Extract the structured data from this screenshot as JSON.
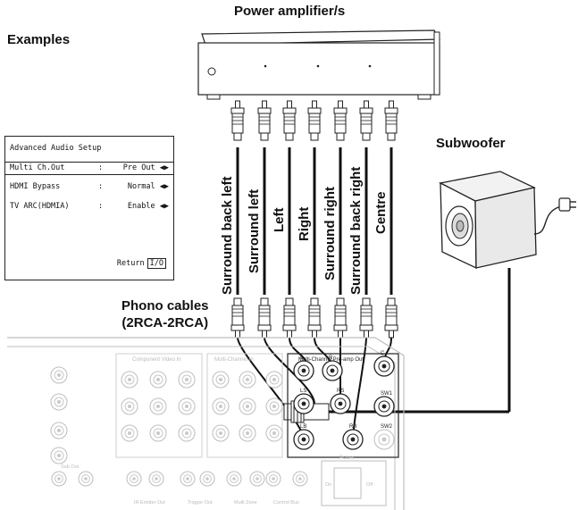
{
  "labels": {
    "examples": "Examples",
    "amplifier": "Power amplifier/s",
    "subwoofer": "Subwoofer",
    "phono_line1": "Phono cables",
    "phono_line2": "(2RCA-2RCA)"
  },
  "cables": [
    "Surround back left",
    "Surround left",
    "Left",
    "Right",
    "Surround right",
    "Surround back right",
    "Centre"
  ],
  "menu": {
    "title": "Advanced Audio Setup",
    "rows": [
      {
        "name": "Multi Ch.Out",
        "sep": ":",
        "value": "Pre Out"
      },
      {
        "name": "HDMI Bypass",
        "sep": ":",
        "value": "Normal"
      },
      {
        "name": "TV ARC(HDMIA)",
        "sep": ":",
        "value": "Enable"
      }
    ],
    "return_label": "Return",
    "return_key": "I/O"
  },
  "panel": {
    "section_labels": [
      "Component Video In",
      "Multi-Channel In",
      "Multi-Channel Pre-amp Out",
      "Power"
    ],
    "preout_jacks": [
      "L",
      "R",
      "C",
      "LS",
      "RS",
      "SW1",
      "LB",
      "RB",
      "SW2"
    ],
    "bottom_labels": [
      "Sub Out",
      "IR Emitter Out",
      "Trigger Out",
      "Multi Zone",
      "Control Bus",
      "On",
      "Off"
    ]
  },
  "colors": {
    "ink": "#111111",
    "panel_line": "#bdbdbd",
    "cable": "#111111"
  }
}
